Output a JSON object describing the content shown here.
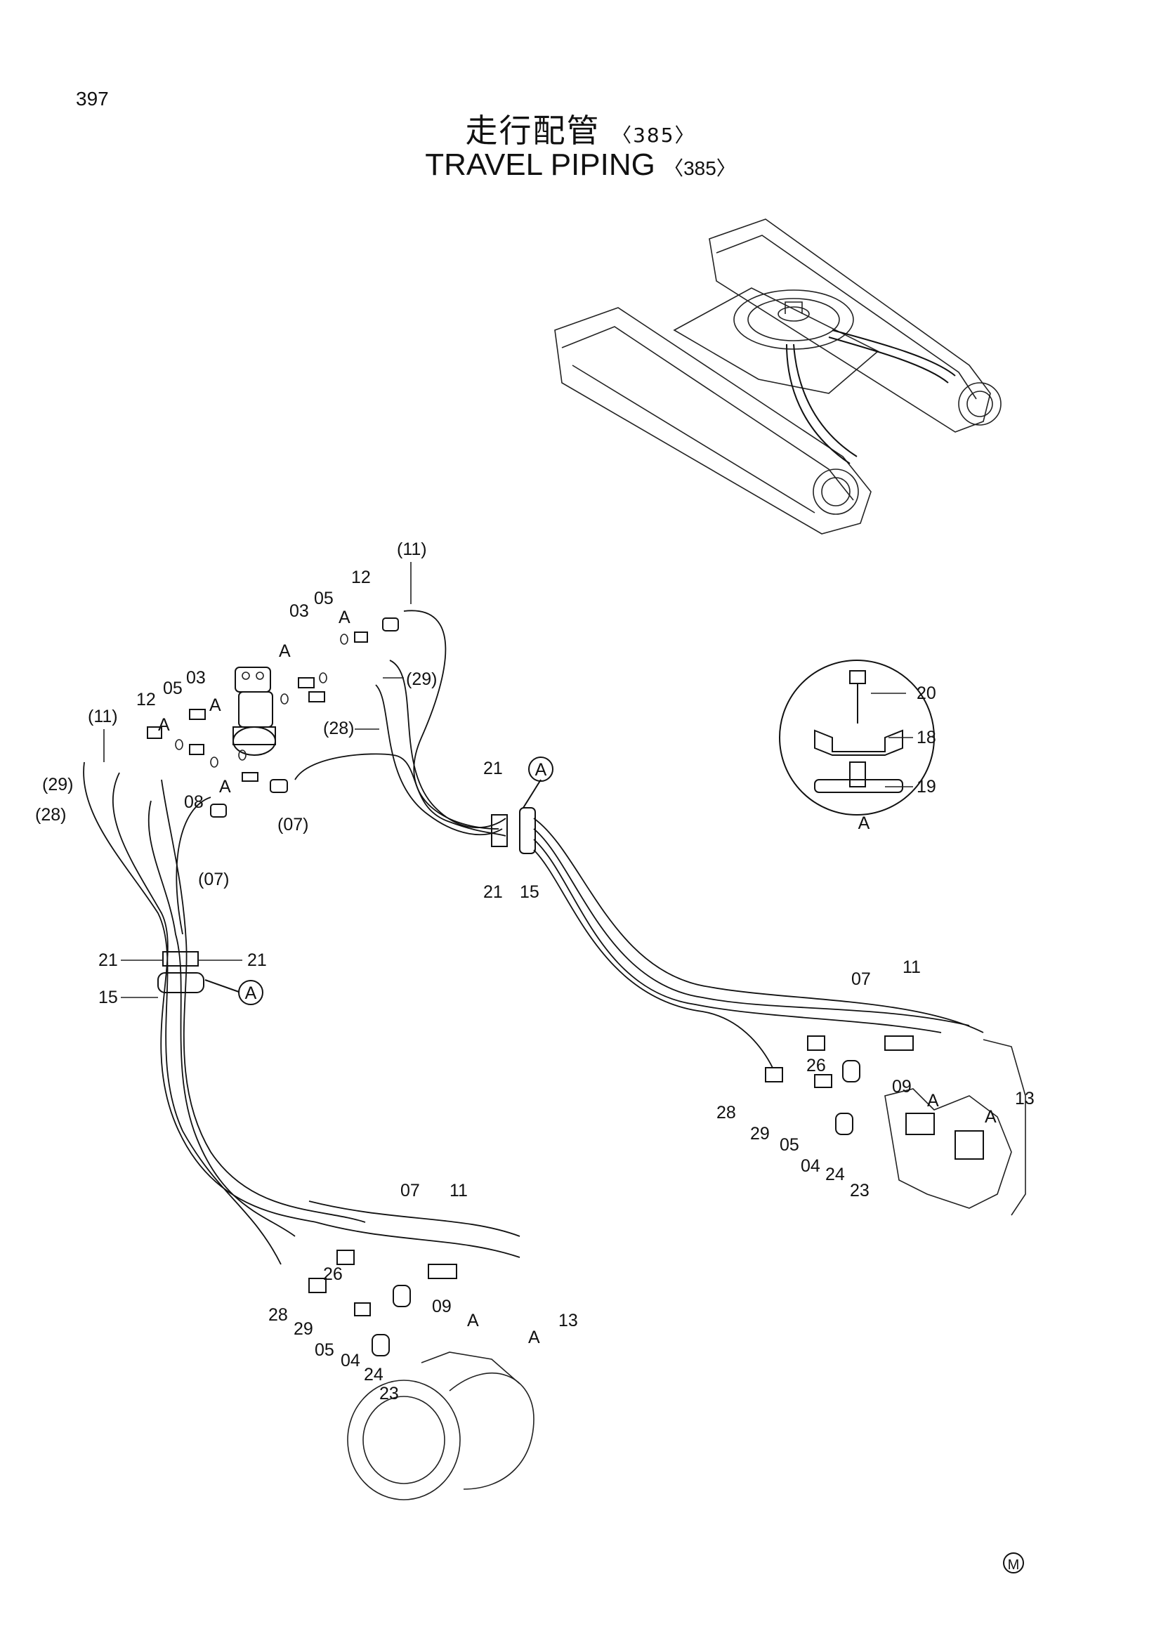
{
  "page_number": "397",
  "title_jp": "走行配管",
  "title_en": "TRAVEL PIPING",
  "group_code": "〈385〉",
  "detail_view_label": "A",
  "mark": "M",
  "callouts": {
    "p11_top": "(11)",
    "p12_top": "12",
    "p05_top": "05",
    "p03_top": "03",
    "a_top": "A",
    "p29_top": "(29)",
    "p28_top": "(28)",
    "a_mid": "A",
    "p03_mid": "03",
    "p05_mid": "05",
    "p12_mid": "12",
    "p11_left": "(11)",
    "p29_left": "(29)",
    "p28_left": "(28)",
    "p08": "08",
    "a_08": "A",
    "p07_upper": "(07)",
    "p07_lower": "(07)",
    "p21_a": "21",
    "p21_b": "21",
    "p15_a": "15",
    "p21_c": "21",
    "p21_d": "21",
    "p15_b": "15",
    "p20": "20",
    "p18": "18",
    "p19": "19",
    "r07": "07",
    "r11": "11",
    "r26": "26",
    "r09": "09",
    "r13": "13",
    "r28": "28",
    "r29": "29",
    "r05": "05",
    "r04": "04",
    "r24": "24",
    "r23": "23",
    "r_a1": "A",
    "r_a2": "A",
    "b07": "07",
    "b11": "11",
    "b26": "26",
    "b09": "09",
    "b13": "13",
    "b28": "28",
    "b29": "29",
    "b05": "05",
    "b04": "04",
    "b24": "24",
    "b23": "23",
    "b_a1": "A",
    "b_a2": "A"
  },
  "ref_markers": {
    "upper": "A",
    "left": "A"
  }
}
